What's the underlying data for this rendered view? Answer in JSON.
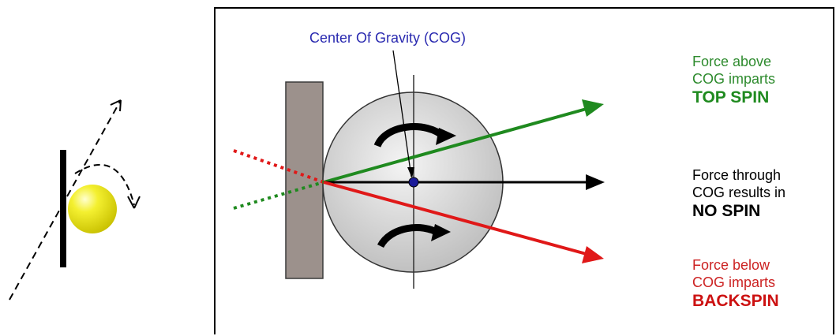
{
  "labels": {
    "cog": "Center Of Gravity (COG)"
  },
  "captions": {
    "top": {
      "line1": "Force above",
      "line2": "COG imparts",
      "emphasis": "TOP SPIN"
    },
    "middle": {
      "line1": "Force through",
      "line2": "COG results in",
      "emphasis": "NO SPIN"
    },
    "bottom": {
      "line1": "Force below",
      "line2": "COG imparts",
      "emphasis": "BACKSPIN"
    }
  },
  "colors": {
    "top_spin": "#1f8a1f",
    "no_spin": "#000000",
    "backspin": "#dd1111",
    "cog_label": "#2a2ab0",
    "ball": "#e8e81a",
    "paddle": "#9c918c"
  }
}
